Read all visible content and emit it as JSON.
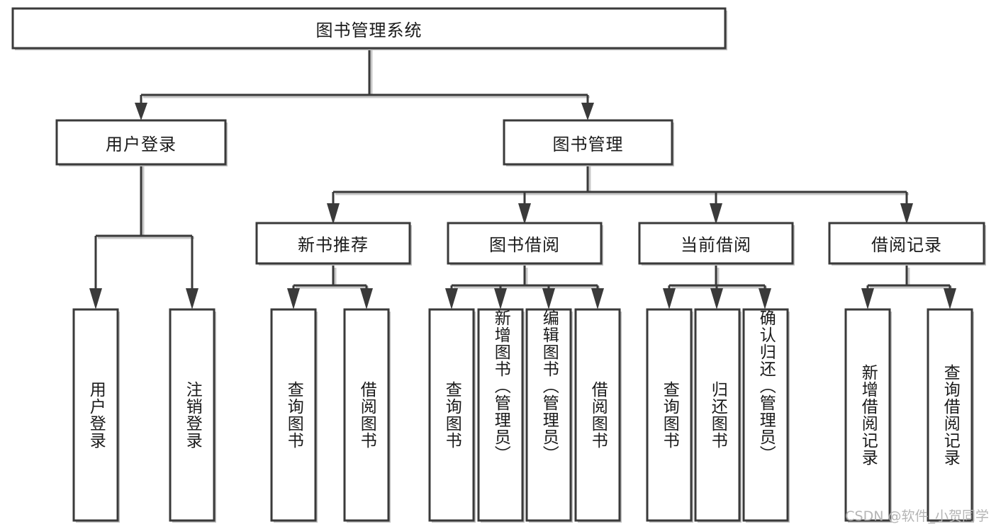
{
  "diagram": {
    "type": "tree-hierarchy-chart",
    "orientation": "top-down",
    "root": {
      "label": "图书管理系统"
    },
    "level1": [
      {
        "label": "用户登录"
      },
      {
        "label": "图书管理"
      }
    ],
    "level2": [
      {
        "label": "新书推荐"
      },
      {
        "label": "图书借阅"
      },
      {
        "label": "当前借阅"
      },
      {
        "label": "借阅记录"
      }
    ],
    "leaves": {
      "user_login": [
        "用户登录",
        "注销登录"
      ],
      "new_book_recommend": [
        "查询图书",
        "借阅图书"
      ],
      "book_borrow": [
        "查询图书",
        "新增图书（管理员）",
        "编辑图书（管理员）",
        "借阅图书"
      ],
      "current_borrow": [
        "查询图书",
        "归还图书",
        "确认归还（管理员）"
      ],
      "borrow_record": [
        "新增借阅记录",
        "查询借阅记录"
      ]
    }
  },
  "watermark": {
    "text": "CSDN @软件_小贺同学"
  },
  "colors": {
    "stroke": "#3a3a3a",
    "fill": "#ffffff",
    "text": "#1a1a1a",
    "shadow": "#c8c8c8",
    "watermark": "#b5b5b5"
  }
}
